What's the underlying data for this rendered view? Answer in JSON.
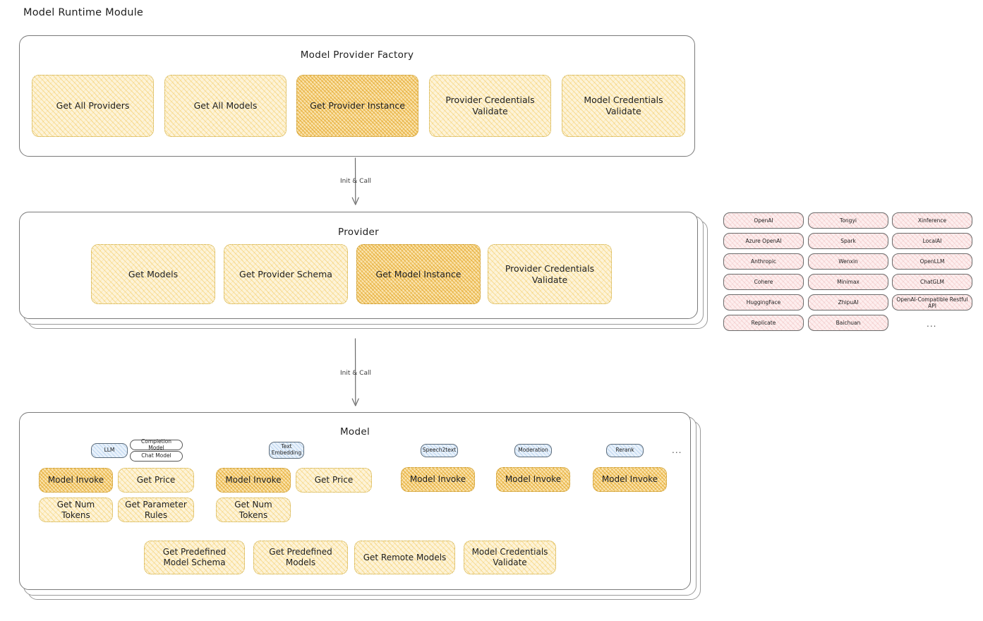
{
  "title": "Model Runtime Module",
  "colors": {
    "amber_fill": "#fdf3d8",
    "amber_highlight": "#fae3ad",
    "amber_stroke": "#c9a227",
    "blue_pill": "#e8f1fb",
    "pink_chip": "#fdeeee",
    "panel_stroke": "#7a7a7a",
    "text": "#1e1e1e"
  },
  "factory": {
    "title": "Model Provider Factory",
    "cells": [
      {
        "label": "Get All Providers",
        "highlight": false
      },
      {
        "label": "Get All Models",
        "highlight": false
      },
      {
        "label": "Get Provider Instance",
        "highlight": true
      },
      {
        "label": "Provider Credentials Validate",
        "highlight": false
      },
      {
        "label": "Model Credentials Validate",
        "highlight": false
      }
    ]
  },
  "arrow_1": {
    "label": "Init & Call"
  },
  "arrow_2": {
    "label": "Init & Call"
  },
  "provider": {
    "title": "Provider",
    "cells": [
      {
        "label": "Get Models",
        "highlight": false
      },
      {
        "label": "Get Provider Schema",
        "highlight": false
      },
      {
        "label": "Get Model Instance",
        "highlight": true
      },
      {
        "label": "Provider Credentials Validate",
        "highlight": false
      }
    ]
  },
  "provider_list": {
    "columns": [
      [
        "OpenAI",
        "Azure OpenAI",
        "Anthropic",
        "Cohere",
        "HuggingFace",
        "Replicate"
      ],
      [
        "Tongyi",
        "Spark",
        "Wenxin",
        "Minimax",
        "ZhipuAI",
        "Baichuan"
      ],
      [
        "Xinference",
        "LocalAI",
        "OpenLLM",
        "ChatGLM",
        "OpenAI-Compatible Restful API"
      ]
    ],
    "more": "..."
  },
  "model": {
    "title": "Model",
    "more": "...",
    "groups": [
      {
        "pill": "LLM",
        "subpills": [
          "Completion Model",
          "Chat Model"
        ],
        "cells": [
          {
            "label": "Model Invoke",
            "highlight": true
          },
          {
            "label": "Get Price",
            "highlight": false
          },
          {
            "label": "Get Num Tokens",
            "highlight": false
          },
          {
            "label": "Get Parameter Rules",
            "highlight": false
          }
        ]
      },
      {
        "pill": "Text Embedding",
        "subpills": [],
        "cells": [
          {
            "label": "Model Invoke",
            "highlight": true
          },
          {
            "label": "Get Price",
            "highlight": false
          },
          {
            "label": "Get Num Tokens",
            "highlight": false
          }
        ]
      },
      {
        "pill": "Speech2text",
        "subpills": [],
        "cells": [
          {
            "label": "Model Invoke",
            "highlight": true
          }
        ]
      },
      {
        "pill": "Moderation",
        "subpills": [],
        "cells": [
          {
            "label": "Model Invoke",
            "highlight": true
          }
        ]
      },
      {
        "pill": "Rerank",
        "subpills": [],
        "cells": [
          {
            "label": "Model Invoke",
            "highlight": true
          }
        ]
      }
    ],
    "shared_cells": [
      {
        "label": "Get Predefined Model Schema"
      },
      {
        "label": "Get Predefined Models"
      },
      {
        "label": "Get Remote Models"
      },
      {
        "label": "Model Credentials Validate"
      }
    ]
  }
}
